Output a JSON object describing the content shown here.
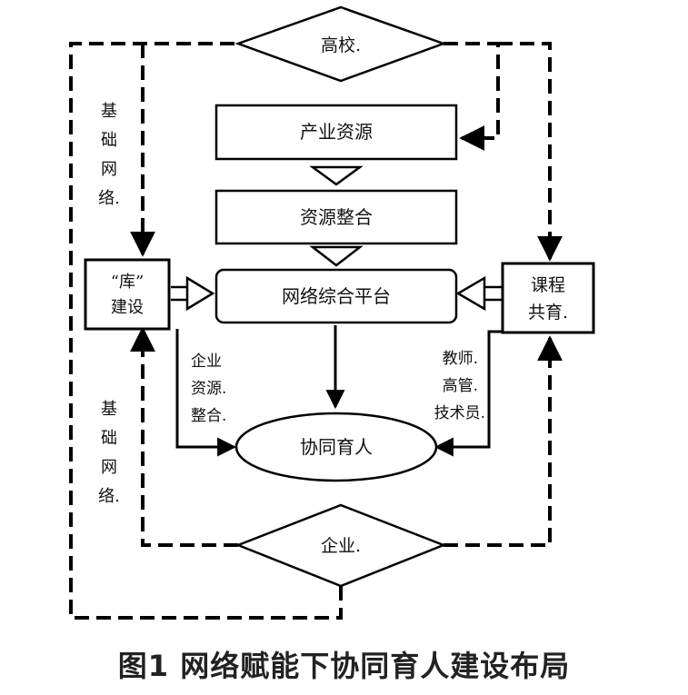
{
  "nodes": {
    "university": "高校.",
    "industry_resources": "产业资源",
    "resource_integration": "资源整合",
    "network_platform": "网络综合平台",
    "library_line1": "“库”",
    "library_line2": "建设",
    "course_line1": "课程",
    "course_line2": "共育.",
    "collaborative": "协同育人",
    "enterprise": "企业."
  },
  "edge_labels": {
    "basic_network_top": [
      "基",
      "础",
      "网",
      "络."
    ],
    "basic_network_bottom": [
      "基",
      "础",
      "网",
      "络."
    ],
    "enterprise_resources": [
      "企业",
      "资源.",
      "整合."
    ],
    "staff": [
      "教师.",
      "高管.",
      "技术员."
    ]
  },
  "caption": "图1  网络赋能下协同育人建设布局"
}
